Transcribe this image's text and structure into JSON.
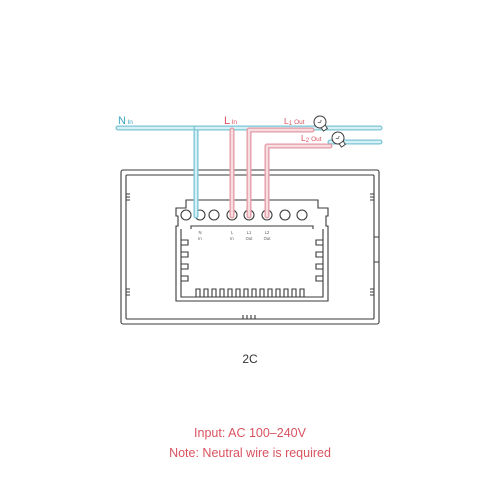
{
  "labels": {
    "n_in_main": "N",
    "n_in_sub": "In",
    "l_in_main": "L",
    "l_in_sub": "In",
    "l1_main": "L",
    "l1_num": "1",
    "l1_sub": "Out",
    "l2_main": "L",
    "l2_num": "2",
    "l2_sub": "Out"
  },
  "terminal_marks": {
    "n": "N",
    "n_sub": "In",
    "l": "L",
    "l_sub": "In",
    "l1": "L1",
    "l1_sub": "Out",
    "l2": "L2",
    "l2_sub": "Out"
  },
  "model": "2C",
  "notes": {
    "input": "Input: AC 100–240V",
    "neutral": "Note: Neutral wire is required"
  },
  "colors": {
    "neutral_wire": "#a8dce6",
    "live_wire": "#e8a8b0",
    "neutral_text": "#3aa6c4",
    "live_text": "#d9535f",
    "note_text": "#d9535f",
    "outline": "#3a3a3a"
  }
}
